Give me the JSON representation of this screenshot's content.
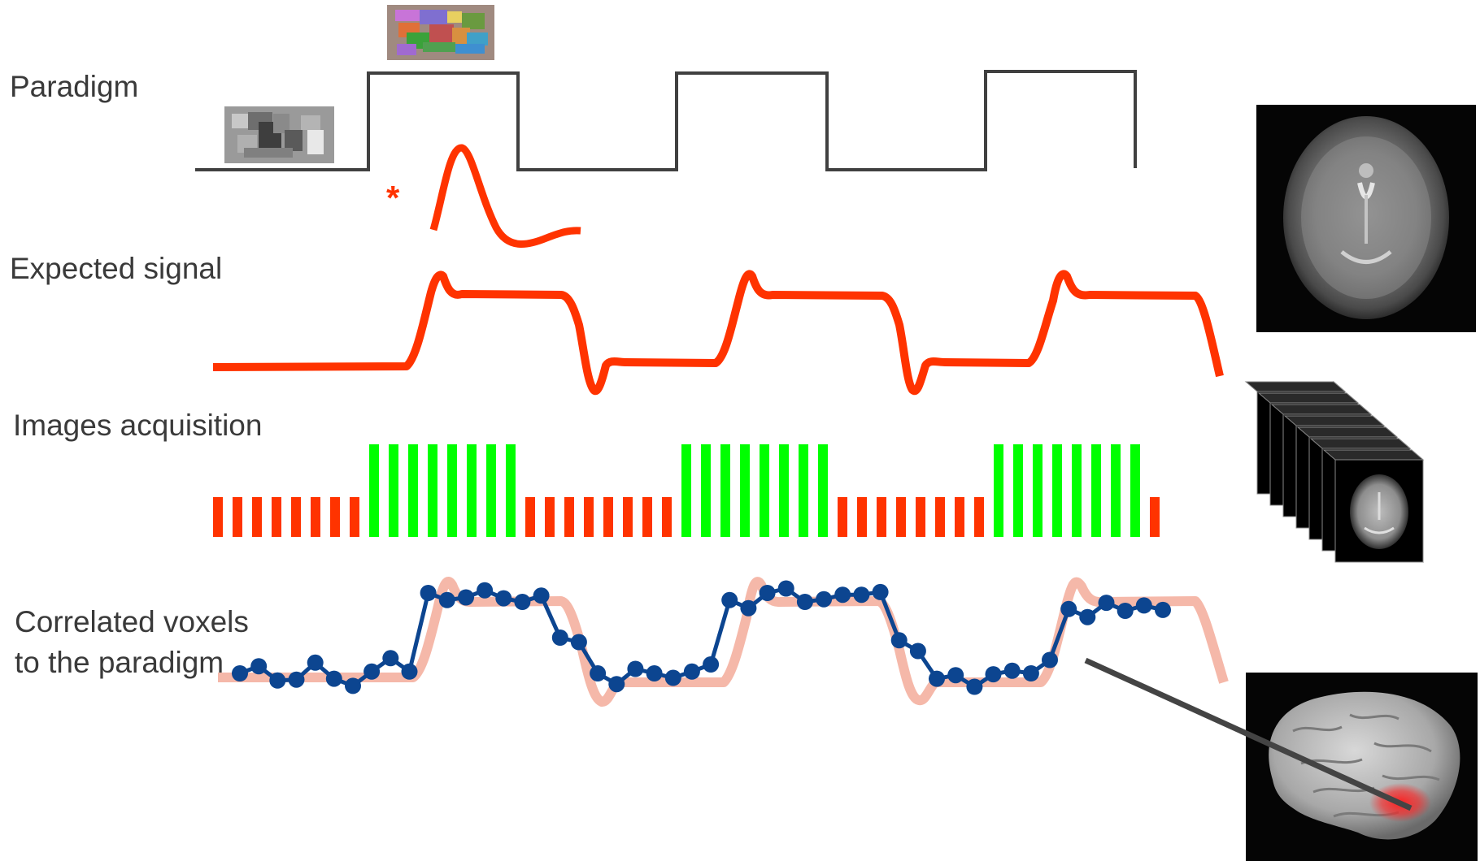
{
  "labels": {
    "paradigm": "Paradigm",
    "expected_signal": "Expected signal",
    "images_acquisition": "Images acquisition",
    "correlated_line1": "Correlated voxels",
    "correlated_line2": "to the paradigm"
  },
  "annotation": {
    "hrf_marker": "*"
  },
  "paradigm": {
    "pattern": [
      "rest",
      "task",
      "rest",
      "task",
      "rest",
      "task"
    ]
  },
  "acquisition": {
    "pattern": [
      {
        "condition": "rest",
        "count": 8
      },
      {
        "condition": "task",
        "count": 8
      },
      {
        "condition": "rest",
        "count": 8
      },
      {
        "condition": "task",
        "count": 8
      },
      {
        "condition": "rest",
        "count": 8
      },
      {
        "condition": "task",
        "count": 8
      },
      {
        "condition": "rest",
        "count": 1
      }
    ]
  },
  "voxel_series": [
    0.1,
    0.18,
    0.02,
    0.03,
    0.22,
    0.04,
    -0.04,
    0.12,
    0.27,
    0.12,
    1.0,
    0.92,
    0.95,
    1.03,
    0.94,
    0.9,
    0.97,
    0.5,
    0.45,
    0.1,
    -0.02,
    0.15,
    0.1,
    0.05,
    0.12,
    0.2,
    0.92,
    0.83,
    1.0,
    1.05,
    0.9,
    0.93,
    0.98,
    0.98,
    1.01,
    0.47,
    0.35,
    0.04,
    0.08,
    -0.05,
    0.09,
    0.13,
    0.1,
    0.25,
    0.82,
    0.73,
    0.89,
    0.8,
    0.86,
    0.81
  ],
  "colors": {
    "paradigm_line": "#404040",
    "signal": "#ff3300",
    "rest_bar": "#ff3300",
    "task_bar": "#00ff00",
    "voxel_line": "#0c4590",
    "voxel_fit": "#f4b0a0",
    "text": "#3a3a3a"
  }
}
